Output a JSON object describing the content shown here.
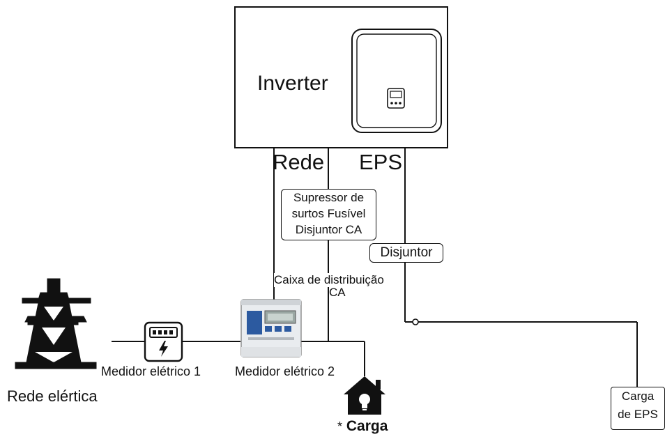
{
  "inverter": {
    "label": "Inverter"
  },
  "ports": {
    "grid": "Rede",
    "eps": "EPS"
  },
  "protection_box": {
    "line1": "Supressor de",
    "line2": "surtos Fusível",
    "line3": "Disjuntor CA"
  },
  "breaker": {
    "label": "Disjuntor"
  },
  "distribution_box": {
    "line1": "Caixa de distribuição",
    "line2": "CA"
  },
  "grid": {
    "label": "Rede elértica"
  },
  "meter1": {
    "label": "Medidor elétrico 1"
  },
  "meter2": {
    "label": "Medidor elétrico 2"
  },
  "load": {
    "asterisk": "*",
    "label": "Carga"
  },
  "eps_load": {
    "line1": "Carga",
    "line2": "de EPS"
  }
}
